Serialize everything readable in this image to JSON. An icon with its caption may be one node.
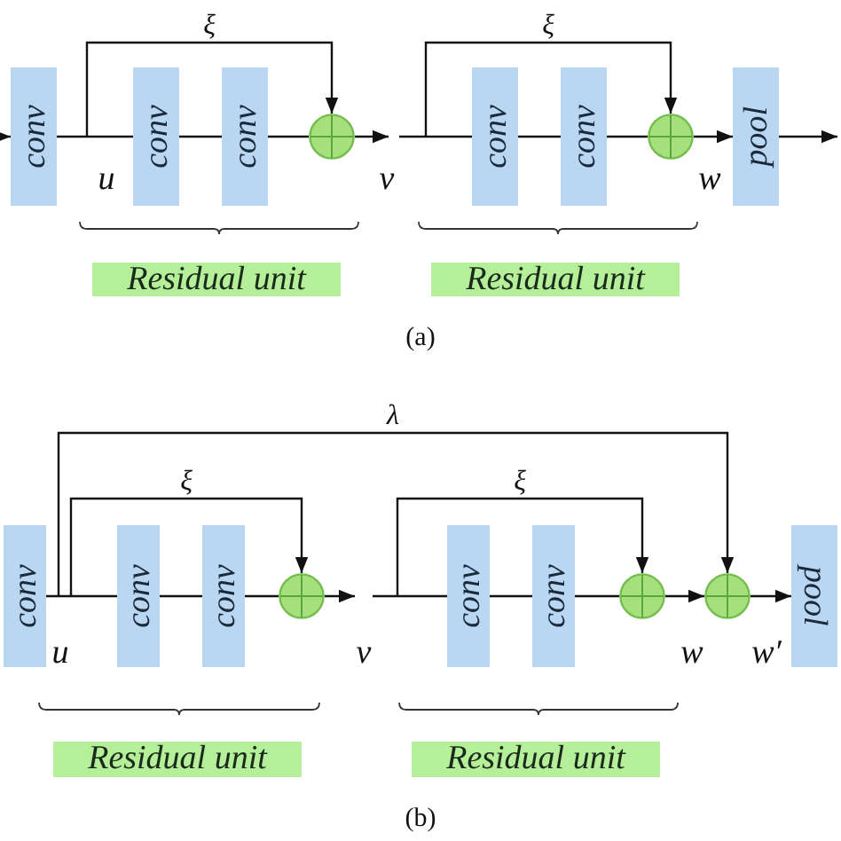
{
  "diagram": {
    "nodes": [
      {
        "text": [
          "conv"
        ]
      },
      {
        "text": [
          "conv"
        ]
      },
      {
        "text": [
          "conv"
        ]
      },
      {
        "text": [],
        "shape": "circle"
      },
      {
        "text": [
          "conv"
        ]
      },
      {
        "text": [
          "conv"
        ]
      },
      {
        "text": [],
        "shape": "circle"
      },
      {
        "text": [
          "pool"
        ]
      },
      {
        "text": [
          "Residual unit"
        ]
      },
      {
        "text": [
          "Residual unit"
        ]
      },
      {
        "text": [
          "conv"
        ]
      },
      {
        "text": [
          "conv"
        ]
      },
      {
        "text": [
          "conv"
        ]
      },
      {
        "text": [],
        "shape": "circle"
      },
      {
        "text": [
          "conv"
        ]
      },
      {
        "text": [
          "conv"
        ]
      },
      {
        "text": [],
        "shape": "circle"
      },
      {
        "text": [],
        "shape": "circle"
      },
      {
        "text": [
          "pool"
        ]
      },
      {
        "text": [
          "Residual unit"
        ]
      },
      {
        "text": [
          "Residual unit"
        ]
      }
    ],
    "edges": [
      {
        "from": null,
        "to": 0,
        "arrow": "to"
      },
      {
        "from": 0,
        "to": 1,
        "arrow": "none"
      },
      {
        "from": 1,
        "to": 2,
        "arrow": "none"
      },
      {
        "from": 2,
        "to": 3,
        "arrow": "none"
      },
      {
        "from": 0,
        "to": 3,
        "arrow": "to",
        "label": "ξ"
      },
      {
        "from": 3,
        "to": null,
        "arrow": "to"
      },
      {
        "from": null,
        "to": 4,
        "arrow": "none"
      },
      {
        "from": null,
        "to": 6,
        "arrow": "to",
        "label": "ξ"
      },
      {
        "from": 4,
        "to": 5,
        "arrow": "none"
      },
      {
        "from": 5,
        "to": 6,
        "arrow": "none"
      },
      {
        "from": 6,
        "to": 7,
        "arrow": "to"
      },
      {
        "from": 7,
        "to": null,
        "arrow": "to"
      },
      {
        "from": 10,
        "to": 11,
        "arrow": "none"
      },
      {
        "from": 11,
        "to": 12,
        "arrow": "none"
      },
      {
        "from": 12,
        "to": 13,
        "arrow": "none"
      },
      {
        "from": 10,
        "to": 13,
        "arrow": "to",
        "label": "ξ"
      },
      {
        "from": 10,
        "to": 17,
        "arrow": "to",
        "label": "λ"
      },
      {
        "from": 13,
        "to": null,
        "arrow": "to"
      },
      {
        "from": null,
        "to": 14,
        "arrow": "none"
      },
      {
        "from": null,
        "to": 16,
        "arrow": "to",
        "label": "ξ"
      },
      {
        "from": 14,
        "to": 15,
        "arrow": "none"
      },
      {
        "from": 15,
        "to": 16,
        "arrow": "none"
      },
      {
        "from": 16,
        "to": 17,
        "arrow": "to"
      },
      {
        "from": 17,
        "to": 18,
        "arrow": "to"
      }
    ],
    "labels": [
      "u",
      "v",
      "w",
      "(a)",
      "u",
      "v",
      "w",
      "w′",
      "(b)"
    ]
  }
}
